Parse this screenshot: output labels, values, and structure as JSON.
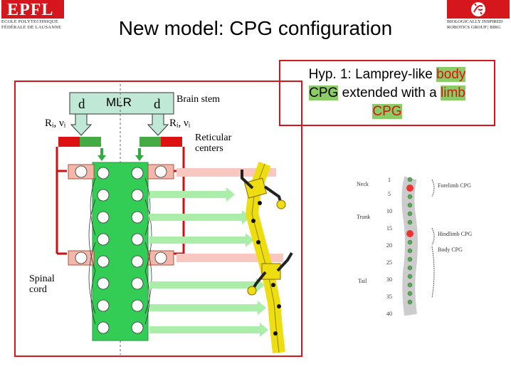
{
  "slide": {
    "title": "New model: CPG configuration"
  },
  "logos": {
    "epfl_lines": [
      "ECOLE POLYTECHNIQUE",
      "FÉDÉRALE DE LAUSANNE"
    ],
    "birg_lines": [
      "BIOLOGICALLY INSPIRED",
      "ROBOTICS GROUP | BIRG"
    ],
    "brand_red": "#d5161c"
  },
  "hypothesis": {
    "prefix": "Hyp. 1: Lamprey-like ",
    "body_word": "body",
    "cpg_word_1": "CPG",
    "middle": " extended with a ",
    "limb_word": "limb",
    "cpg_word_2": "CPG"
  },
  "figure": {
    "mlr": "MLR",
    "d_left": "d",
    "d_right": "d",
    "brain_stem": "Brain stem",
    "ri_left": "Rᵢ, νᵢ",
    "ri_right": "Rᵢ, νᵢ",
    "reticular_1": "Reticular",
    "reticular_2": "centers",
    "spinal_1": "Spinal",
    "spinal_2": "cord"
  },
  "salamander": {
    "segment_labels": [
      "Neck",
      "Trunk",
      "Tail"
    ],
    "ticks": [
      "1",
      "5",
      "10",
      "15",
      "20",
      "25",
      "30",
      "35",
      "40"
    ],
    "group_labels": [
      "Forelimb CPG",
      "Hindlimb CPG",
      "Body CPG"
    ]
  }
}
